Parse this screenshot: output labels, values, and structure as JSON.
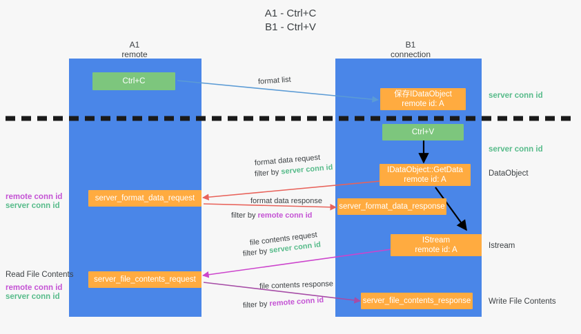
{
  "title": "A1 - Ctrl+C\nB1 - Ctrl+V",
  "columns": [
    {
      "name": "A1",
      "sub": "remote",
      "label": "A1\nremote"
    },
    {
      "name": "B1",
      "sub": "connection",
      "label": "B1\nconnection"
    }
  ],
  "colors": {
    "lane": "#4a86e8",
    "orange": "#ffab40",
    "green": "#7dc67d",
    "server_conn": "#57bb8a",
    "remote_conn": "#c453d4",
    "arrow_blue": "#5b9bd5",
    "arrow_red": "#e8625a",
    "arrow_magenta": "#cc44cc",
    "arrow_purple": "#a64ca6",
    "arrow_black": "#000000",
    "divider": "#1a1a1a",
    "background": "#f7f7f7",
    "text": "#3c4043"
  },
  "boxes": {
    "ctrl_c": "Ctrl+C",
    "save_idataobject": "保存IDataObject\nremote id: A",
    "ctrl_v": "Ctrl+V",
    "getdata": "IDataObject::GetData\nremote id: A",
    "istream": "IStream\nremote id: A",
    "server_format_data_request": "server_format_data_request",
    "server_format_data_response": "server_format_data_response",
    "server_file_contents_request": "server_file_contents_request",
    "server_file_contents_response": "server_file_contents_response"
  },
  "right_labels": {
    "server_conn_id_top": "server conn id",
    "server_conn_id_mid": "server conn id",
    "dataobject": "DataObject",
    "istream": "Istream",
    "write_file_contents": "Write File Contents"
  },
  "left_labels": {
    "remote_conn_id_1": "remote conn id",
    "server_conn_id_1": "server conn id",
    "read_file_contents": "Read File Contents",
    "remote_conn_id_2": "remote conn id",
    "server_conn_id_2": "server conn id"
  },
  "arrow_labels": {
    "format_list": "format list",
    "format_data_request": "format data request",
    "format_data_request_filter_prefix": "filter by ",
    "format_data_request_filter_value": "server conn id",
    "format_data_response": "format data response",
    "format_data_response_filter_prefix": "filter by ",
    "format_data_response_filter_value": "remote conn id",
    "file_contents_request": "file contents request",
    "file_contents_request_filter_prefix": "filter by ",
    "file_contents_request_filter_value": "server conn id",
    "file_contents_response": "file contents response",
    "file_contents_response_filter_prefix": "filter by ",
    "file_contents_response_filter_value": "remote conn id"
  }
}
